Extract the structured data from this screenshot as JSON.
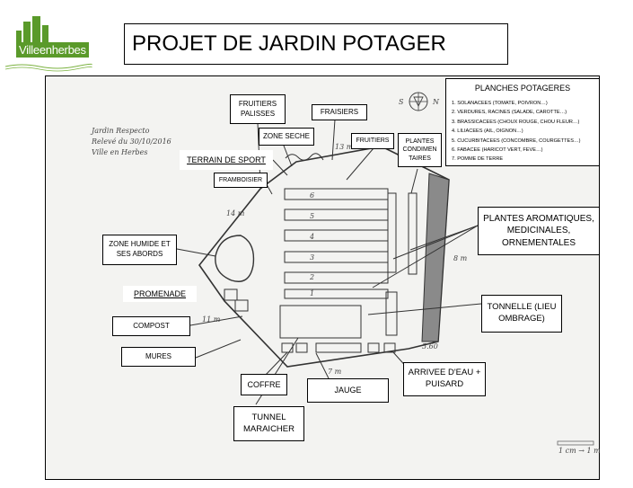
{
  "logo": {
    "text": "Villeenherbes"
  },
  "title": "PROJET DE JARDIN POTAGER",
  "labels": {
    "fruitiers_palisses": "FRUITIERS PALISSES",
    "fraisiers": "FRAISIERS",
    "zone_seche": "ZONE SECHE",
    "fruitiers": "FRUITIERS",
    "plantes_condimentaires": "PLANTES CONDIMEN TAIRES",
    "terrain_de_sport": "TERRAIN DE SPORT",
    "framboisier": "FRAMBOISIER",
    "zone_humide": "ZONE HUMIDE ET SES ABORDS",
    "promenade": "PROMENADE",
    "compost": "COMPOST",
    "mures": "MURES",
    "coffre": "COFFRE",
    "jauge": "JAUGE",
    "tunnel_maraicher": "TUNNEL MARAICHER",
    "arrivee_eau": "ARRIVEE D'EAU + PUISARD",
    "plantes_aromatiques": "PLANTES AROMATIQUES, MEDICINALES, ORNEMENTALES",
    "tonnelle": "TONNELLE (LIEU OMBRAGE)"
  },
  "planches": {
    "title": "PLANCHES POTAGERES",
    "items": [
      "1. SOLANACEES (TOMATE, POIVRON…)",
      "2. VERDURES, RACINES (SALADE, CAROTTE…)",
      "3. BRASSICACEES (CHOUX ROUGE, CHOU FLEUR…)",
      "4. LILIACEES (AIL, OIGNON…)",
      "5. CUCURBITACEES (CONCOMBRE, COURGETTES…)",
      "6. FABACEE (HARICOT VERT, FEVE…)",
      "7. POMME DE TERRE"
    ]
  },
  "handwritten": {
    "note_1": "Jardin Respecto",
    "note_2": "Relevé du 30/10/2016",
    "note_3": "Ville en Herbes",
    "bed_numbers": [
      "6",
      "5",
      "4",
      "3",
      "2",
      "1"
    ],
    "dim_13m": "13 m",
    "dim_14m": "14 m",
    "dim_8m": "8 m",
    "dim_11m": "11 m",
    "dim_7m": "7 m",
    "dim_560": "5.60",
    "compass_s": "S",
    "compass_n": "N",
    "scale": "1 cm → 1 m"
  }
}
